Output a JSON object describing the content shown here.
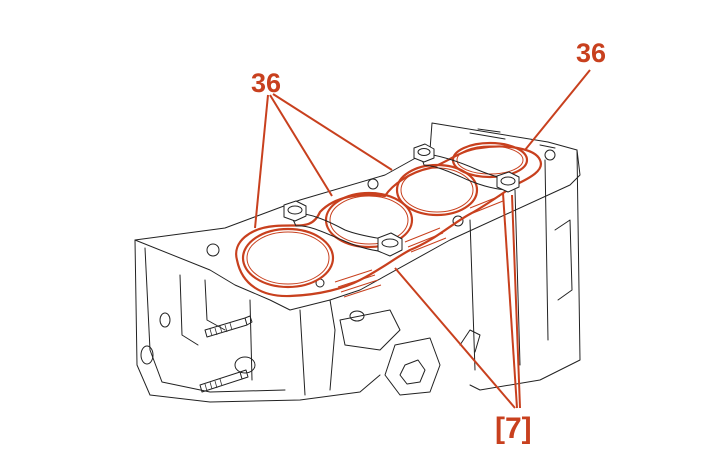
{
  "callouts": {
    "gasket_left": "36",
    "gasket_right": "36",
    "bolts": "[7]"
  },
  "colors": {
    "callout": "#c8401e",
    "line_art": "#222222",
    "background": "#ffffff"
  }
}
